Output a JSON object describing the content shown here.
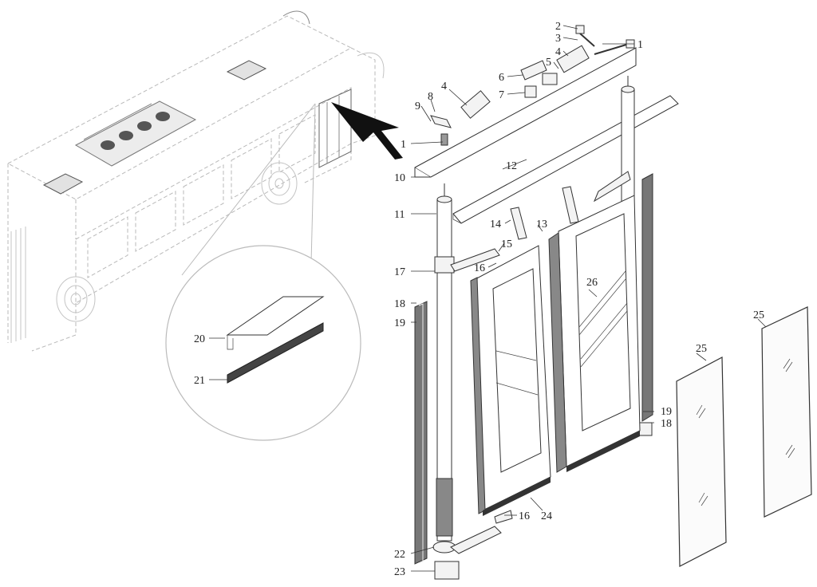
{
  "labels": {
    "l1a": "1",
    "l2": "2",
    "l3": "3",
    "l4a": "4",
    "l5": "5",
    "l6": "6",
    "l7": "7",
    "l4b": "4",
    "l8": "8",
    "l9": "9",
    "l1b": "1",
    "l10": "10",
    "l12": "12",
    "l11": "11",
    "l14": "14",
    "l13": "13",
    "l15": "15",
    "l16a": "16",
    "l17": "17",
    "l26": "26",
    "l18a": "18",
    "l19a": "19",
    "l25a": "25",
    "l25b": "25",
    "l19b": "19",
    "l18b": "18",
    "l16b": "16",
    "l24": "24",
    "l22": "22",
    "l23": "23",
    "l20": "20",
    "l21": "21"
  },
  "colors": {
    "line": "#333333",
    "ghost": "#b9b9b9",
    "arrow": "#111111"
  }
}
